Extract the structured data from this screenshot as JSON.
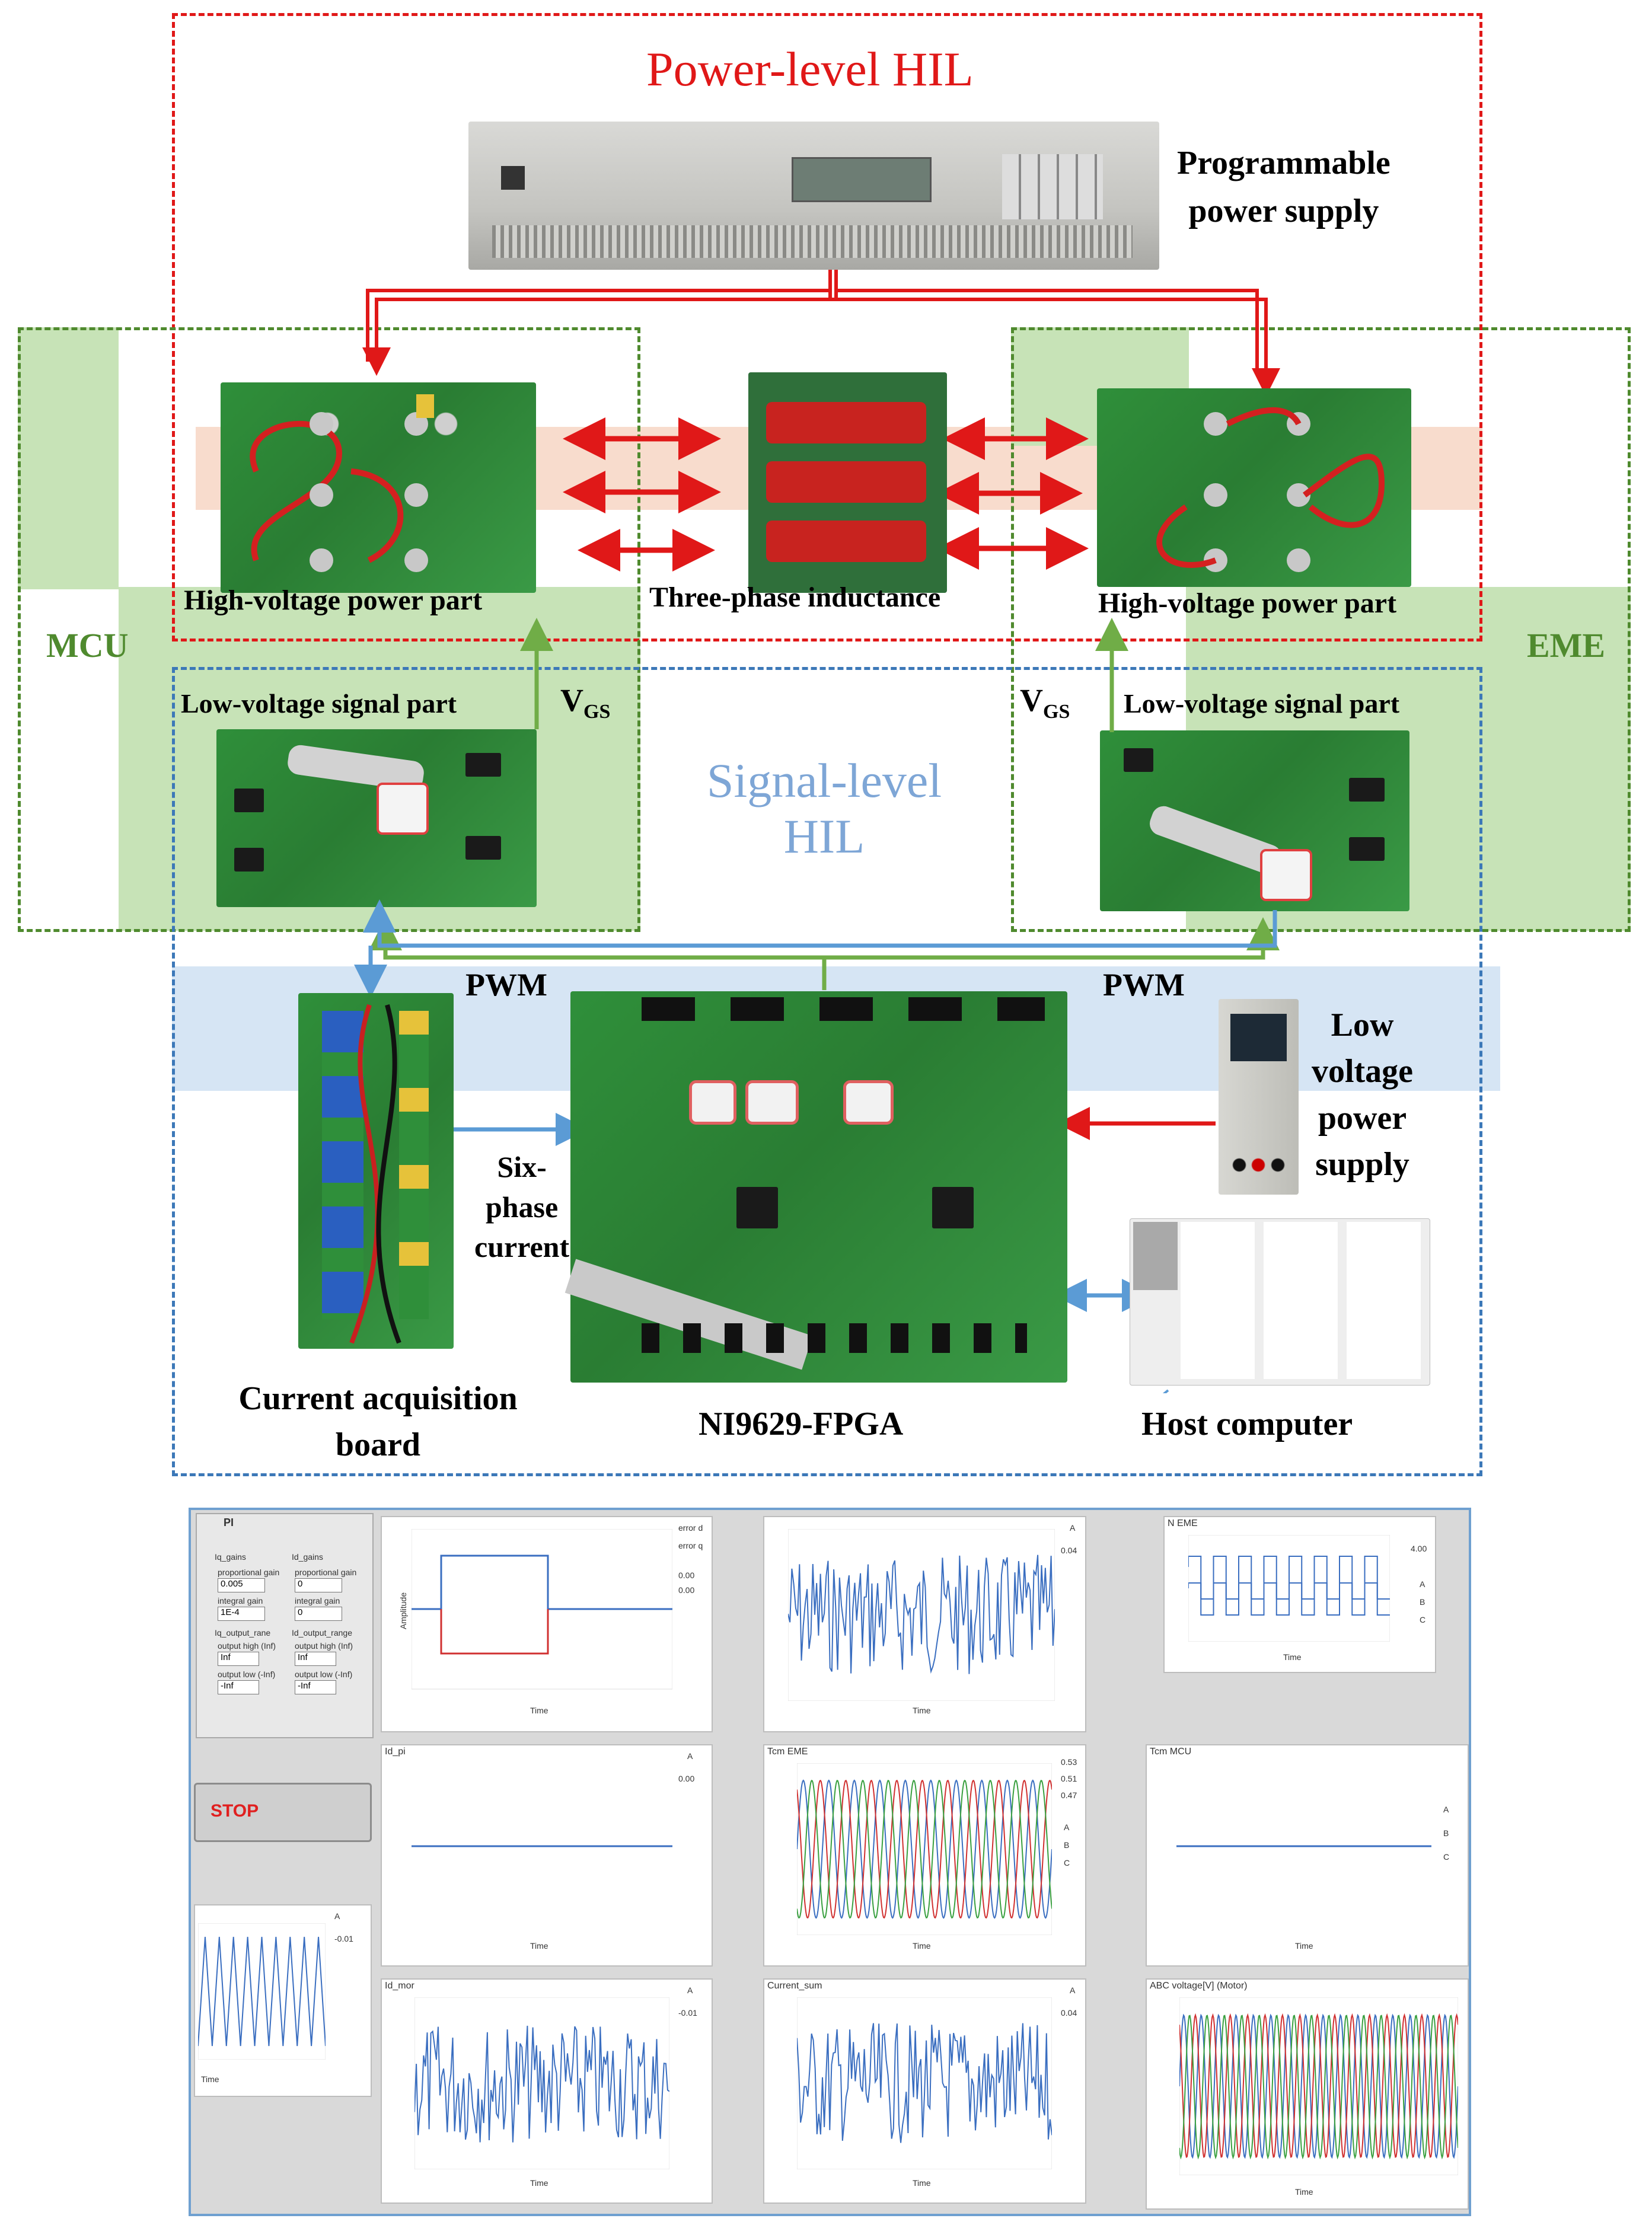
{
  "labels": {
    "power_hil": "Power-level HIL",
    "programmable_supply": "Programmable\npower supply",
    "hv_power_left": "High-voltage power part",
    "three_phase": "Three-phase inductance",
    "hv_power_right": "High-voltage power part",
    "mcu": "MCU",
    "eme": "EME",
    "lv_signal_left": "Low-voltage signal part",
    "lv_signal_right": "Low-voltage signal part",
    "vgs": "V",
    "vgs_sub": "GS",
    "signal_hil": "Signal-level\nHIL",
    "pwm_left": "PWM",
    "pwm_right": "PWM",
    "low_voltage_supply": "Low\nvoltage\npower\nsupply",
    "six_phase": "Six-\nphase\ncurrent",
    "current_board": "Current acquisition\nboard",
    "fpga": "NI9629-FPGA",
    "host": "Host computer"
  },
  "labview": {
    "pi_header": "PI",
    "iq_gains": "Iq_gains",
    "id_gains": "Id_gains",
    "proportional_gain": "proportional gain",
    "integral_gain": "integral gain",
    "iq_prop": "0.005",
    "iq_int": "1E-4",
    "id_prop": "0",
    "id_int": "0",
    "iq_output_range": "Iq_output_rane",
    "id_output_range": "Id_output_range",
    "output_high": "output high (Inf)",
    "output_low": "output low (-Inf)",
    "val_inf": "Inf",
    "val_neginf": "-Inf",
    "stop": "STOP",
    "legend_error_d": "error d",
    "legend_error_q": "error q",
    "readout_000a": "0.00",
    "readout_000b": "0.00",
    "readout_004": "0.04",
    "readout_400": "4.00",
    "n_eme": "N EME",
    "id_pi": "Id_pi",
    "tcm_eme": "Tcm EME",
    "tcm_mcu": "Tcm MCU",
    "id_mor": "Id_mor",
    "current_sum": "Current_sum",
    "abc_voltage": "ABC voltage[V] (Motor)",
    "readout_053": "0.53",
    "readout_051": "0.51",
    "readout_047": "0.47",
    "readout_neg001a": "-0.01",
    "readout_neg001b": "-0.01",
    "readout_004b": "0.04",
    "readout_000c": "0.00",
    "xlabel_time": "Time",
    "ylabel_amp": "Amplitude",
    "channel_a": "A",
    "channel_b": "B",
    "channel_c": "C"
  },
  "colors": {
    "power_box": "#e01818",
    "signal_box": "#3c78b8",
    "mcu_eme_box": "#4f8a2e",
    "green_fill": "#c7e3b7",
    "arrow_red": "#e01818",
    "arrow_blue": "#5b9bd5",
    "arrow_green": "#70ad47",
    "signal_text": "#7ea6d6"
  }
}
